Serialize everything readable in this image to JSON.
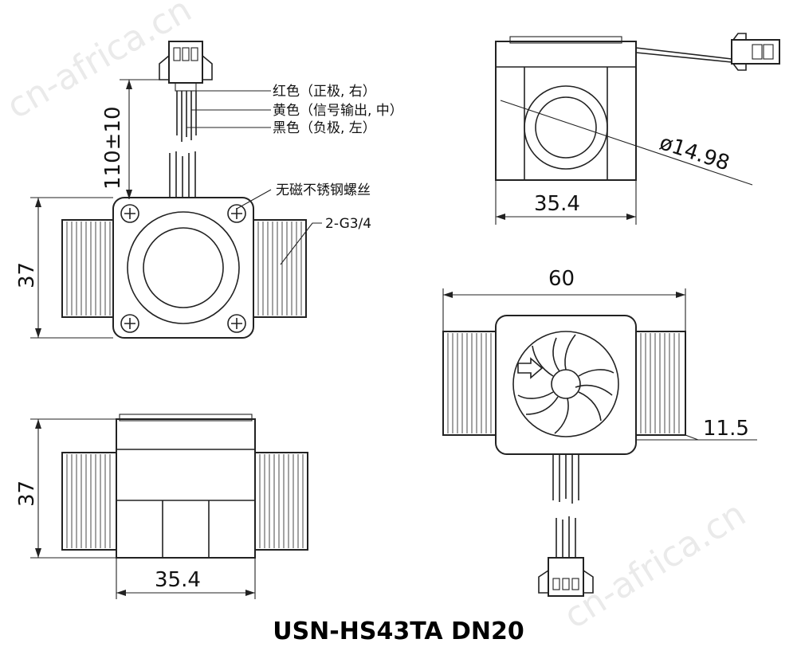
{
  "title": "USN-HS43TA DN20",
  "watermark": "cn-africa.cn",
  "wire_labels": [
    "红色（正极, 右）",
    "黄色（信号输出, 中）",
    "黑色（负极, 左）"
  ],
  "callouts": {
    "screws": "无磁不锈钢螺丝",
    "thread": "2-G3/4"
  },
  "dimensions": {
    "cable_length": "110±10",
    "front_height": "37",
    "side_height": "37",
    "side_width": "35.4",
    "top_width": "35.4",
    "diameter": "ø14.98",
    "total_length": "60",
    "thread_length": "11.5"
  },
  "colors": {
    "line": "#222222",
    "text": "#111111",
    "watermark": "#d9d9d9"
  }
}
